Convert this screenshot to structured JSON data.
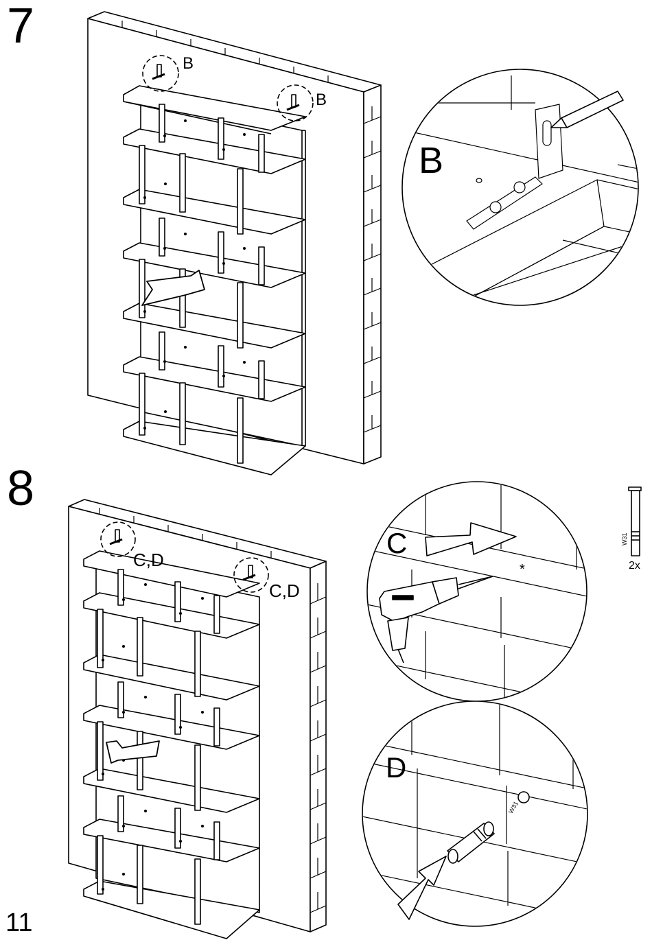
{
  "page": {
    "number": "11"
  },
  "step7": {
    "number": "7",
    "callout_left": "B",
    "callout_right": "B",
    "detail_label": "B"
  },
  "step8": {
    "number": "8",
    "callout_left": "C,D",
    "callout_right": "C,D",
    "detail_c_label": "C",
    "detail_d_label": "D",
    "drill_mark": "*",
    "plug_code": "W31",
    "plug_quantity": "2x"
  },
  "icons": [
    "wall",
    "bookcase",
    "arrow",
    "pencil",
    "bracket",
    "drill",
    "wall-plug"
  ]
}
